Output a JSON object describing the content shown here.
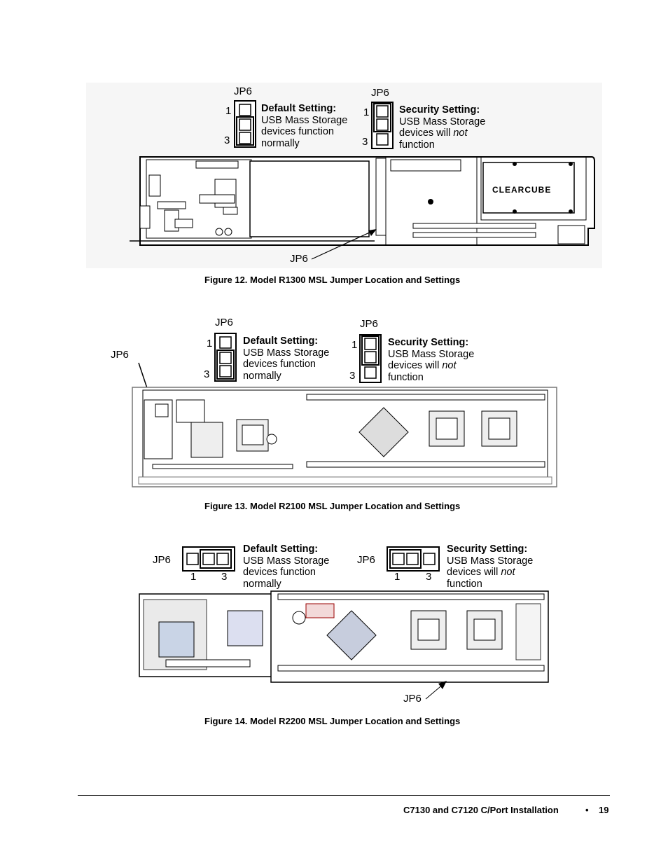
{
  "figures": [
    {
      "caption": "Figure 12.  Model R1300 MSL Jumper Location and Settings",
      "jumper_left_label": "JP6",
      "jumper_right_label": "JP6",
      "board_label": "JP6",
      "pin_first": "1",
      "pin_last": "3",
      "default_heading": "Default Setting:",
      "default_text": [
        "USB Mass Storage",
        "devices function",
        "normally"
      ],
      "security_heading": "Security Setting:",
      "security_text_line1": "USB Mass Storage",
      "security_text_line2_pre": "devices will ",
      "security_text_line2_em": "not",
      "security_text_line3": "function",
      "board_brand": "CLEARCUBE"
    },
    {
      "caption": "Figure 13.  Model R2100 MSL Jumper Location and Settings",
      "jumper_left_label": "JP6",
      "jumper_right_label": "JP6",
      "board_label": "JP6",
      "pin_first": "1",
      "pin_last": "3",
      "default_heading": "Default Setting:",
      "default_text": [
        "USB Mass Storage",
        "devices function",
        "normally"
      ],
      "security_heading": "Security Setting:",
      "security_text_line1": "USB Mass Storage",
      "security_text_line2_pre": "devices will ",
      "security_text_line2_em": "not",
      "security_text_line3": "function"
    },
    {
      "caption": "Figure 14.  Model R2200 MSL Jumper Location and Settings",
      "jumper_left_label": "JP6",
      "jumper_right_label": "JP6",
      "board_label": "JP6",
      "pin_first": "1",
      "pin_last": "3",
      "default_heading": "Default Setting:",
      "default_text": [
        "USB Mass Storage",
        "devices function",
        "normally"
      ],
      "security_heading": "Security Setting:",
      "security_text_line1": "USB Mass Storage",
      "security_text_line2_pre": "devices will ",
      "security_text_line2_em": "not",
      "security_text_line3": "function"
    }
  ],
  "footer": {
    "title": "C7130 and C7120 C/Port Installation",
    "bullet": "•",
    "page_number": "19"
  }
}
